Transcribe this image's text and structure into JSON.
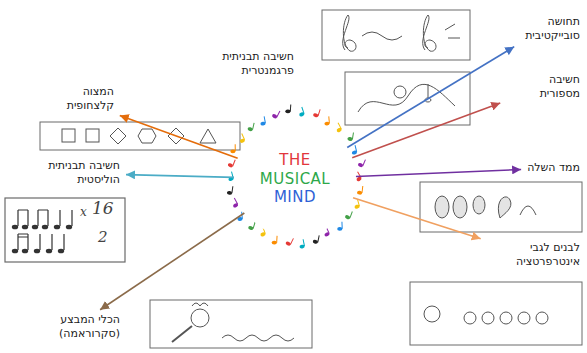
{
  "diagram": {
    "nodes": [
      {
        "text": [
          "THE",
          "MUSICAL",
          "MIND"
        ]
      },
      {
        "text": [
          "תחושה סובייקטיבית"
        ]
      },
      {
        "text": [
          "חשיבה מספורית"
        ]
      },
      {
        "text": [
          "ממד השלה"
        ]
      },
      {
        "text": [
          "לבנים לגבי אינטרפרטציה"
        ]
      },
      {
        "text": [
          "הכלי המבצע (סקרוראמה)"
        ]
      },
      {
        "text": [
          "חשיבה תבניתית הוליסטית"
        ]
      },
      {
        "text": [
          "המצוה קלצחופית"
        ]
      }
    ],
    "edges": [
      {
        "from": 0,
        "to": 1,
        "arrow": "to"
      },
      {
        "from": 0,
        "to": 2,
        "arrow": "to"
      },
      {
        "from": 0,
        "to": 3,
        "arrow": "to"
      },
      {
        "from": 0,
        "to": 4,
        "arrow": "to"
      },
      {
        "from": 0,
        "to": 5,
        "arrow": "to"
      },
      {
        "from": 0,
        "to": 6,
        "arrow": "to"
      },
      {
        "from": 0,
        "to": 7,
        "arrow": "to"
      }
    ],
    "labels": [
      "חשיבה תבניתית פרגמנטרית",
      "x",
      "16",
      "2"
    ]
  }
}
